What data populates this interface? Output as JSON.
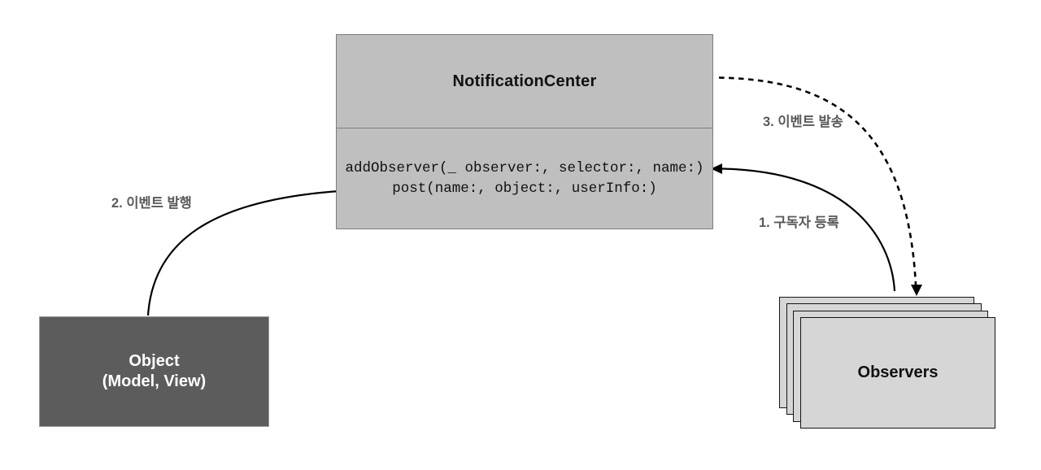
{
  "notification_center": {
    "title": "NotificationCenter",
    "methods": [
      "addObserver(_ observer:, selector:, name:)",
      "post(name:, object:, userInfo:)"
    ]
  },
  "object_box": {
    "title": "Object",
    "subtitle": "(Model, View)"
  },
  "observers": {
    "label": "Observers",
    "card_count": 4
  },
  "arrow_labels": {
    "subscribe": "1. 구독자 등록",
    "publish": "2. 이벤트 발행",
    "dispatch": "3. 이벤트 발송"
  },
  "arrows": [
    {
      "label": "1. 구독자 등록",
      "style": "solid",
      "from": "Observers",
      "to": "NotificationCenter.addObserver"
    },
    {
      "label": "2. 이벤트 발행",
      "style": "solid",
      "from": "Object",
      "to": "NotificationCenter.post"
    },
    {
      "label": "3. 이벤트 발송",
      "style": "dashed",
      "from": "NotificationCenter",
      "to": "Observers"
    }
  ],
  "colors": {
    "background": "#ffffff",
    "notification_center_fill": "#bfbfbf",
    "notification_center_border": "#7d7d7d",
    "object_fill": "#5c5c5c",
    "object_text": "#ffffff",
    "observer_card_fill": "#d6d6d6",
    "observer_card_border": "#141414",
    "arrow_stroke": "#000000",
    "label_text": "#595959"
  }
}
